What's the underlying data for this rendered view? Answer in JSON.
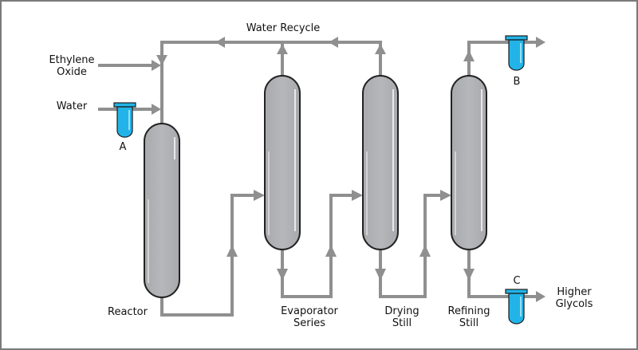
{
  "diagram": {
    "title": "Ethylene Glycol Production Process",
    "colors": {
      "pipe": "#8f8f8f",
      "vessel_fill": "#b3b4b7",
      "vessel_stroke": "#222222",
      "filter_fill": "#22b4e8",
      "filter_stroke": "#1a1a1a",
      "text": "#111111"
    },
    "labels": {
      "water_recycle": "Water Recycle",
      "ethylene_line1": "Ethylene",
      "ethylene_line2": "Oxide",
      "water": "Water",
      "reactor": "Reactor",
      "evaporator_line1": "Evaporator",
      "evaporator_line2": "Series",
      "drying_line1": "Drying",
      "drying_line2": "Still",
      "refining_line1": "Refining",
      "refining_line2": "Still",
      "higher_line1": "Higher",
      "higher_line2": "Glycols",
      "filter_a": "A",
      "filter_b": "B",
      "filter_c": "C"
    },
    "vessels": [
      {
        "id": "reactor",
        "name": "Reactor"
      },
      {
        "id": "evaporator",
        "name": "Evaporator Series"
      },
      {
        "id": "drying",
        "name": "Drying Still"
      },
      {
        "id": "refining",
        "name": "Refining Still"
      }
    ],
    "streams": [
      {
        "from": "Ethylene Oxide feed",
        "to": "Reactor"
      },
      {
        "from": "Water feed",
        "to": "Reactor",
        "via": "A"
      },
      {
        "from": "Reactor",
        "to": "Evaporator Series"
      },
      {
        "from": "Evaporator Series",
        "to": "Water Recycle"
      },
      {
        "from": "Evaporator Series",
        "to": "Drying Still"
      },
      {
        "from": "Drying Still",
        "to": "Water Recycle"
      },
      {
        "from": "Drying Still",
        "to": "Refining Still"
      },
      {
        "from": "Refining Still",
        "to": "Product B",
        "via": "B"
      },
      {
        "from": "Refining Still",
        "to": "Higher Glycols",
        "via": "C"
      }
    ]
  }
}
